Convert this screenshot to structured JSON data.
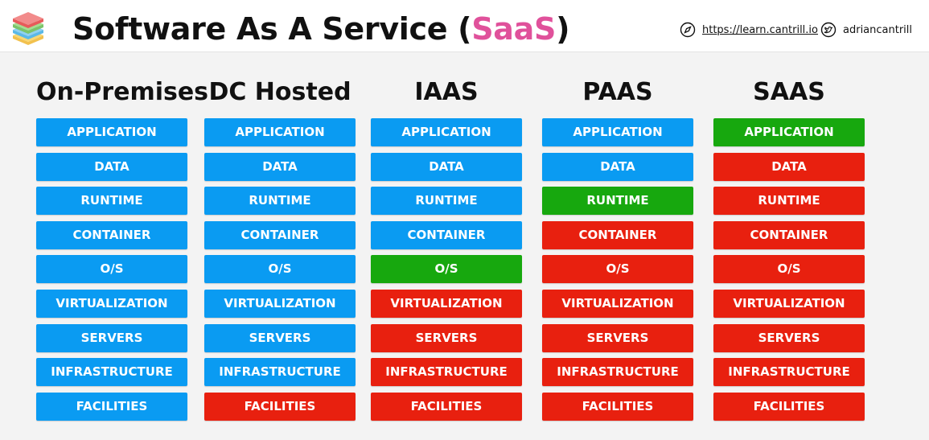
{
  "header": {
    "title_prefix": "Software As A Service (",
    "title_highlight": "SaaS",
    "title_suffix": ")",
    "website": "https://learn.cantrill.io",
    "twitter": "adriancantrill",
    "logo_icon": "layered-stack-logo",
    "website_icon": "compass-icon",
    "twitter_icon": "twitter-bird-icon"
  },
  "colors": {
    "blue": "#0a9bf2",
    "green": "#17a80e",
    "red": "#e8200f",
    "highlight": "#e0519b"
  },
  "columns": [
    {
      "heading": "On-Premises",
      "layers": [
        {
          "label": "APPLICATION",
          "status": "blue"
        },
        {
          "label": "DATA",
          "status": "blue"
        },
        {
          "label": "RUNTIME",
          "status": "blue"
        },
        {
          "label": "CONTAINER",
          "status": "blue"
        },
        {
          "label": "O/S",
          "status": "blue"
        },
        {
          "label": "VIRTUALIZATION",
          "status": "blue"
        },
        {
          "label": "SERVERS",
          "status": "blue"
        },
        {
          "label": "INFRASTRUCTURE",
          "status": "blue"
        },
        {
          "label": "FACILITIES",
          "status": "blue"
        }
      ]
    },
    {
      "heading": "DC Hosted",
      "layers": [
        {
          "label": "APPLICATION",
          "status": "blue"
        },
        {
          "label": "DATA",
          "status": "blue"
        },
        {
          "label": "RUNTIME",
          "status": "blue"
        },
        {
          "label": "CONTAINER",
          "status": "blue"
        },
        {
          "label": "O/S",
          "status": "blue"
        },
        {
          "label": "VIRTUALIZATION",
          "status": "blue"
        },
        {
          "label": "SERVERS",
          "status": "blue"
        },
        {
          "label": "INFRASTRUCTURE",
          "status": "blue"
        },
        {
          "label": "FACILITIES",
          "status": "red"
        }
      ]
    },
    {
      "heading": "IAAS",
      "layers": [
        {
          "label": "APPLICATION",
          "status": "blue"
        },
        {
          "label": "DATA",
          "status": "blue"
        },
        {
          "label": "RUNTIME",
          "status": "blue"
        },
        {
          "label": "CONTAINER",
          "status": "blue"
        },
        {
          "label": "O/S",
          "status": "green"
        },
        {
          "label": "VIRTUALIZATION",
          "status": "red"
        },
        {
          "label": "SERVERS",
          "status": "red"
        },
        {
          "label": "INFRASTRUCTURE",
          "status": "red"
        },
        {
          "label": "FACILITIES",
          "status": "red"
        }
      ]
    },
    {
      "heading": "PAAS",
      "layers": [
        {
          "label": "APPLICATION",
          "status": "blue"
        },
        {
          "label": "DATA",
          "status": "blue"
        },
        {
          "label": "RUNTIME",
          "status": "green"
        },
        {
          "label": "CONTAINER",
          "status": "red"
        },
        {
          "label": "O/S",
          "status": "red"
        },
        {
          "label": "VIRTUALIZATION",
          "status": "red"
        },
        {
          "label": "SERVERS",
          "status": "red"
        },
        {
          "label": "INFRASTRUCTURE",
          "status": "red"
        },
        {
          "label": "FACILITIES",
          "status": "red"
        }
      ]
    },
    {
      "heading": "SAAS",
      "layers": [
        {
          "label": "APPLICATION",
          "status": "green"
        },
        {
          "label": "DATA",
          "status": "red"
        },
        {
          "label": "RUNTIME",
          "status": "red"
        },
        {
          "label": "CONTAINER",
          "status": "red"
        },
        {
          "label": "O/S",
          "status": "red"
        },
        {
          "label": "VIRTUALIZATION",
          "status": "red"
        },
        {
          "label": "SERVERS",
          "status": "red"
        },
        {
          "label": "INFRASTRUCTURE",
          "status": "red"
        },
        {
          "label": "FACILITIES",
          "status": "red"
        }
      ]
    }
  ]
}
